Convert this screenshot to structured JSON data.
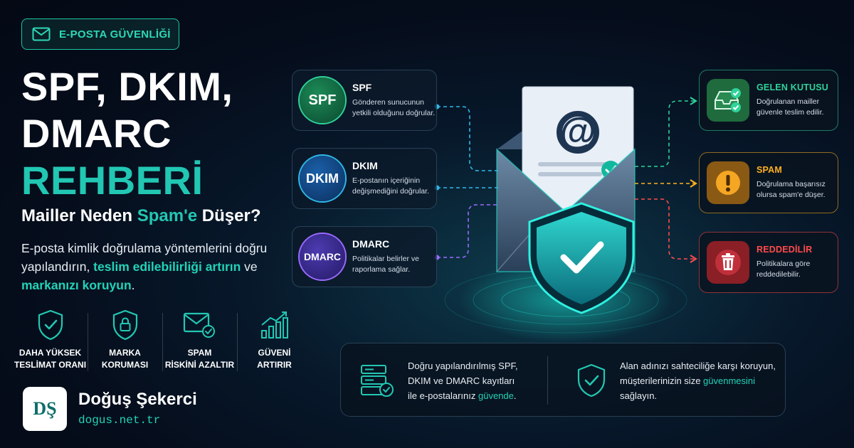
{
  "badge": {
    "icon": "envelope-icon",
    "label": "E-POSTA GÜVENLİĞİ"
  },
  "title": {
    "line1": "SPF, DKIM,",
    "line2": "DMARC",
    "line3": "REHBERİ"
  },
  "subtitle": {
    "before": "Mailler Neden ",
    "highlight": "Spam'e",
    "after": " Düşer?"
  },
  "description": {
    "part1": "E-posta kimlik doğrulama yöntemlerini doğru yapılandırın, ",
    "highlight1": "teslim edilebilirliği artırın",
    "part2": " ve ",
    "highlight2": "markanızı koruyun",
    "part3": "."
  },
  "features": [
    {
      "icon": "shield-check-icon",
      "line1": "DAHA YÜKSEK",
      "line2": "TESLİMAT ORANI"
    },
    {
      "icon": "lock-shield-icon",
      "line1": "MARKA",
      "line2": "KORUMASI"
    },
    {
      "icon": "mail-check-icon",
      "line1": "SPAM",
      "line2": "RİSKİNİ AZALTIR"
    },
    {
      "icon": "growth-chart-icon",
      "line1": "GÜVENİ",
      "line2": "ARTIRIR"
    }
  ],
  "brand": {
    "logo": "DŞ",
    "name": "Doğuş Şekerci",
    "url": "dogus.net.tr"
  },
  "protocols": [
    {
      "badge": "SPF",
      "title": "SPF",
      "line1": "Gönderen sunucunun",
      "line2": "yetkili olduğunu doğrular."
    },
    {
      "badge": "DKIM",
      "title": "DKIM",
      "line1": "E-postanın içeriğinin",
      "line2": "değişmediğini doğrular."
    },
    {
      "badge": "DMARC",
      "title": "DMARC",
      "line1": "Politikalar belirler ve",
      "line2": "raporlama sağlar."
    }
  ],
  "center": {
    "at_symbol": "@",
    "icon": "envelope-shield-icon"
  },
  "results": [
    {
      "icon": "inbox-check-icon",
      "title": "GELEN KUTUSU",
      "line1": "Doğrulanan mailler",
      "line2": "güvenle teslim edilir.",
      "color": "#2fd39a"
    },
    {
      "icon": "warning-icon",
      "title": "SPAM",
      "line1": "Doğrulama başarısız",
      "line2": "olursa spam'e düşer.",
      "color": "#ffb020"
    },
    {
      "icon": "trash-icon",
      "title": "REDDEDİLİR",
      "line1": "Politikalara göre",
      "line2": "reddedilebilir.",
      "color": "#ff4b4b"
    }
  ],
  "bottom": {
    "left": {
      "icon": "server-check-icon",
      "line1": "Doğru yapılandırılmış SPF,",
      "line2": "DKIM ve DMARC kayıtları",
      "line3_before": "ile e-postalarınız ",
      "line3_highlight": "güvende",
      "line3_after": "."
    },
    "right": {
      "icon": "shield-check-icon",
      "line1": "Alan adınızı sahteciliğe karşı koruyun,",
      "line2": "müşterilerinizin size ",
      "line2_highlight": "güvenmesini",
      "line3": "sağlayın."
    }
  }
}
